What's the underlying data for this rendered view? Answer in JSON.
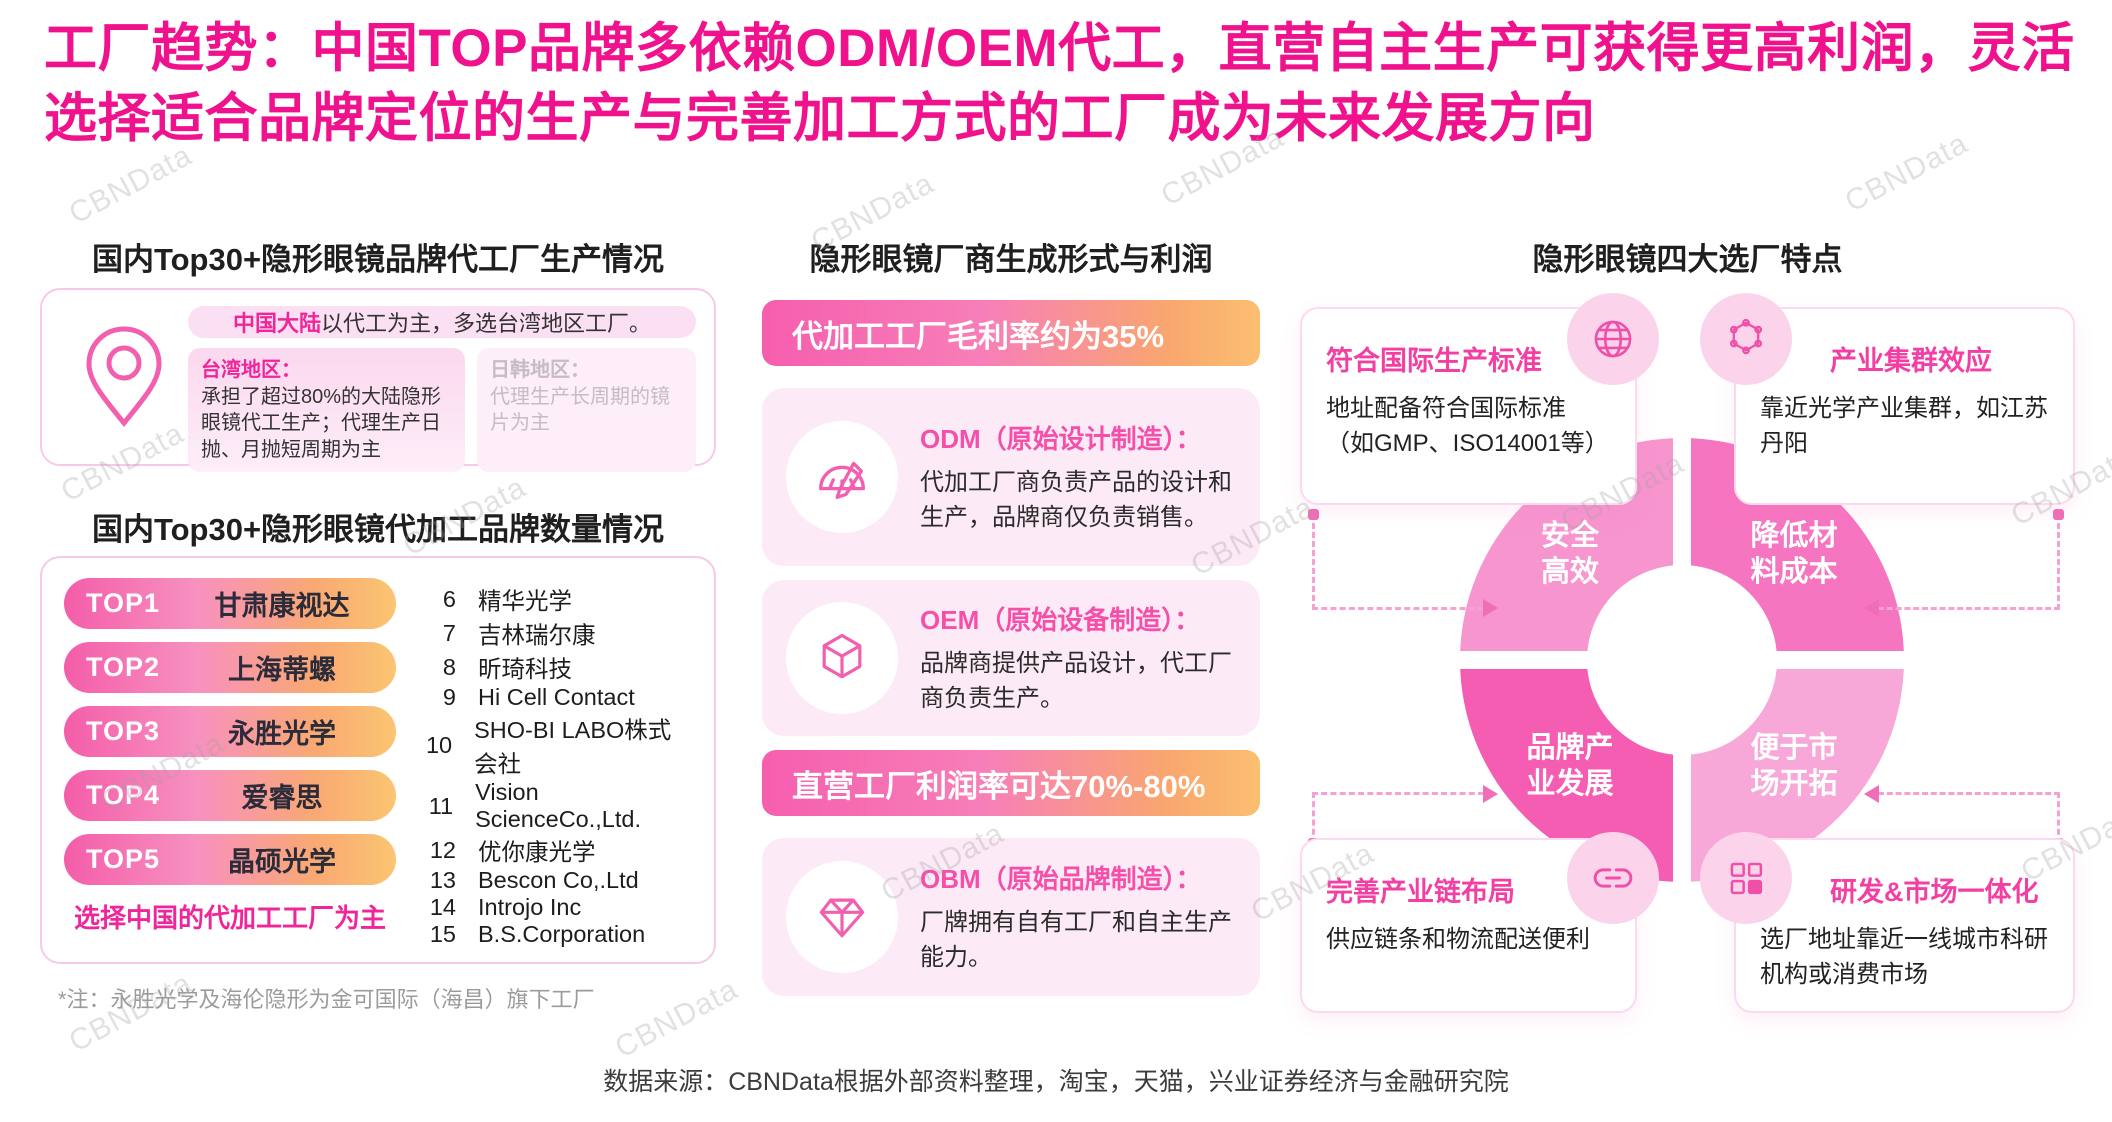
{
  "title": "工厂趋势：中国TOP品牌多依赖ODM/OEM代工，直营自主生产可获得更高利润，灵活选择适合品牌定位的生产与完善加工方式的工厂成为未来发展方向",
  "watermark": "CBNData",
  "accent_color": "#f0128d",
  "left": {
    "section1_title": "国内Top30+隐形眼镜品牌代工厂生产情况",
    "pin_icon": "location-pin",
    "mainland_pill": {
      "highlight": "中国大陆",
      "rest": "以代工为主，多选台湾地区工厂。"
    },
    "taiwan": {
      "title": "台湾地区：",
      "body": "承担了超过80%的大陆隐形眼镜代工生产；代理生产日抛、月抛短周期为主"
    },
    "jp_kr": {
      "title": "日韩地区：",
      "body": "代理生产长周期的镜片为主"
    },
    "section2_title": "国内Top30+隐形眼镜代加工品牌数量情况",
    "top5": [
      {
        "rank": "TOP1",
        "name": "甘肃康视达"
      },
      {
        "rank": "TOP2",
        "name": "上海蒂螺"
      },
      {
        "rank": "TOP3",
        "name": "永胜光学"
      },
      {
        "rank": "TOP4",
        "name": "爱睿思"
      },
      {
        "rank": "TOP5",
        "name": "晶硕光学"
      }
    ],
    "top5_caption": "选择中国的代加工工厂为主",
    "others": [
      {
        "num": "6",
        "name": "精华光学"
      },
      {
        "num": "7",
        "name": "吉林瑞尔康"
      },
      {
        "num": "8",
        "name": "昕琦科技"
      },
      {
        "num": "9",
        "name": "Hi Cell Contact"
      },
      {
        "num": "10",
        "name": "SHO-BI LABO株式会社"
      },
      {
        "num": "11",
        "name": "Vision ScienceCo.,Ltd."
      },
      {
        "num": "12",
        "name": "优你康光学"
      },
      {
        "num": "13",
        "name": "Bescon Co,.Ltd"
      },
      {
        "num": "14",
        "name": "Introjo Inc"
      },
      {
        "num": "15",
        "name": "B.S.Corporation"
      }
    ],
    "footnote": "*注：永胜光学及海伦隐形为金可国际（海昌）旗下工厂"
  },
  "middle": {
    "section_title": "隐形眼镜厂商生成形式与利润",
    "banner1": "代加工工厂毛利率约为35%",
    "banner2": "直营工厂利润率可达70%-80%",
    "cards": [
      {
        "abbr": "ODM",
        "icon": "protractor",
        "title": "ODM（原始设计制造）：",
        "body": "代加工厂商负责产品的设计和生产，品牌商仅负责销售。"
      },
      {
        "abbr": "OEM",
        "icon": "cube",
        "title": "OEM（原始设备制造）：",
        "body": "品牌商提供产品设计，代工厂商负责生产。"
      },
      {
        "abbr": "OBM",
        "icon": "gem",
        "title": "OBM（原始品牌制造）：",
        "body": "厂牌拥有自有工厂和自主生产能力。"
      }
    ]
  },
  "right": {
    "section_title": "隐形眼镜四大选厂特点",
    "quadrants": [
      {
        "line1": "安全",
        "line2": "高效"
      },
      {
        "line1": "降低材",
        "line2": "料成本"
      },
      {
        "line1": "品牌产",
        "line2": "业发展"
      },
      {
        "line1": "便于市",
        "line2": "场开拓"
      }
    ],
    "callouts": [
      {
        "icon": "globe",
        "title": "符合国际生产标准",
        "body": "地址配备符合国际标准（如GMP、ISO14001等）"
      },
      {
        "icon": "hexagon-cluster",
        "title": "产业集群效应",
        "body": "靠近光学产业集群，如江苏丹阳"
      },
      {
        "icon": "chain-link",
        "title": "完善产业链布局",
        "body": "供应链条和物流配送便利"
      },
      {
        "icon": "grid-chip",
        "title": "研发&市场一体化",
        "body": "选厂地址靠近一线城市科研机构或消费市场"
      }
    ]
  },
  "footer": "数据来源：CBNData根据外部资料整理，淘宝，天猫，兴业证券经济与金融研究院"
}
